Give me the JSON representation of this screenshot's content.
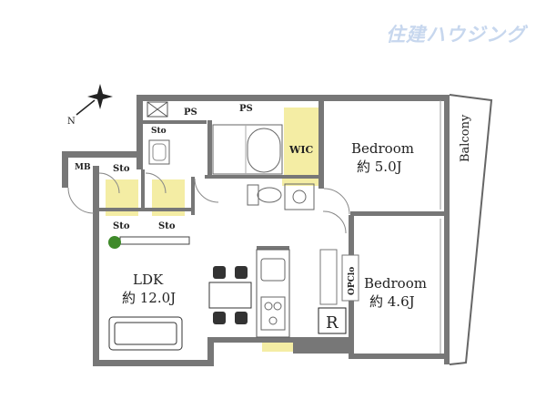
{
  "brand": {
    "text": "住建ハウジング",
    "color": "#c7d7ee"
  },
  "compass": {
    "label": "N"
  },
  "rooms": {
    "ldk": {
      "name": "LDK",
      "size": "約 12.0J"
    },
    "bedroom1": {
      "name": "Bedroom",
      "size": "約 5.0J"
    },
    "bedroom2": {
      "name": "Bedroom",
      "size": "約 4.6J"
    },
    "wic": "WIC",
    "balcony": "Balcony",
    "ps_left": "PS",
    "ps_right": "PS",
    "sto_bath": "Sto",
    "sto_entry": "Sto",
    "sto_bottom_left": "Sto",
    "sto_bottom_right": "Sto",
    "mb": "MB",
    "opclo": "OPClo",
    "fridge": "R"
  },
  "colors": {
    "wall": "#777777",
    "highlight": "#f4eda4",
    "plant": "#3f8a2a"
  }
}
